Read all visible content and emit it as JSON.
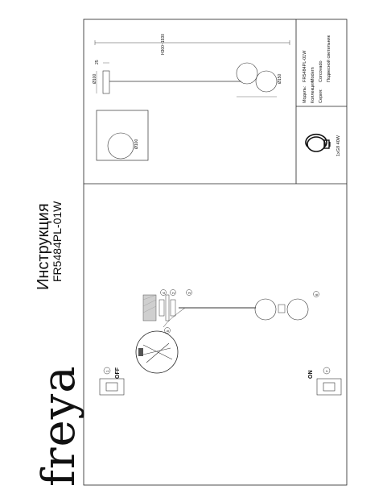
{
  "brand": {
    "logo_text": "freya"
  },
  "title": {
    "heading": "Инструкция",
    "model_code": "FR5484PL-01W"
  },
  "dimensions": {
    "height_range": "H300~1930",
    "top_length": "25",
    "canopy_diameter": "Ø100",
    "shade_diameter": "Ø150",
    "base_plate_diameter": "Ø100"
  },
  "specs": {
    "model_label": "Модель:",
    "model_value": "FR5484PL-01W",
    "collection_label": "Коллекция:",
    "collection_value": "Modern",
    "series_value": "Corcovado",
    "type_label": "Серия:",
    "type_value": "Подвесной светильник"
  },
  "bulb": {
    "spec": "1xG9 40W"
  },
  "steps": {
    "switch_off": "OFF",
    "switch_on": "ON",
    "step1": "1",
    "step2": "2",
    "step3": "3",
    "step4": "4",
    "step5": "5",
    "step6": "6",
    "step7": "7"
  }
}
